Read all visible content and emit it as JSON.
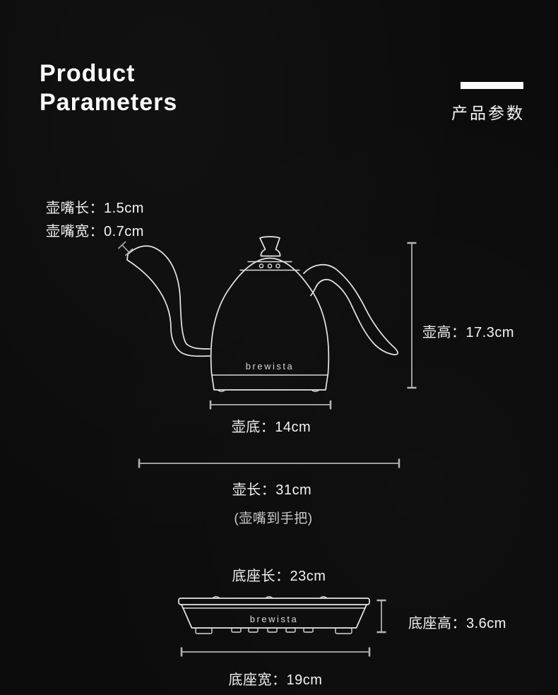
{
  "header": {
    "title_line1": "Product",
    "title_line2": "Parameters",
    "title_zh": "产品参数"
  },
  "brand": "brewista",
  "annotations": {
    "spout_length": {
      "label": "壶嘴长：",
      "value": "1.5cm"
    },
    "spout_width": {
      "label": "壶嘴宽：",
      "value": "0.7cm"
    },
    "kettle_height": {
      "label": "壶高：",
      "value": "17.3cm"
    },
    "kettle_bottom": {
      "label": "壶底：",
      "value": "14cm"
    },
    "kettle_length": {
      "label": "壶长：",
      "value": "31cm",
      "note": "(壶嘴到手把)"
    },
    "base_length": {
      "label": "底座长：",
      "value": "23cm"
    },
    "base_height": {
      "label": "底座高：",
      "value": "3.6cm"
    },
    "base_width": {
      "label": "底座宽：",
      "value": "19cm"
    }
  },
  "colors": {
    "background": "#0c0c0c",
    "title_text": "#ffffff",
    "annotation_text": "#efefef",
    "drawing_line": "#e6e6e6",
    "dimension_line": "#9d9d9d",
    "accent_bar": "#ffffff"
  }
}
